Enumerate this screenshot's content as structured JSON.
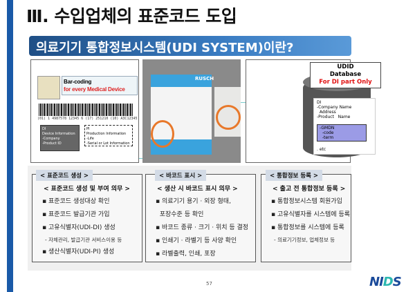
{
  "slide": {
    "title": "Ⅲ. 수입업체의 표준코드 도입",
    "subtitle": "의료기기 통합정보시스템(UDI SYSTEM)이란?",
    "page_number": "57",
    "logo": "NIDS"
  },
  "figure_barcode": {
    "label_line1": "Bar-coding",
    "label_line2": "for every Medical Device",
    "barcode_number": "(01) 1 4987578 12345 6 (17) 251210 (10) A3C12345",
    "di_lines": [
      "DI",
      "Device Information",
      "-Company",
      "-Product ID"
    ],
    "pi_lines": [
      "PI",
      "Production Information",
      "-Life",
      "-Serial or Lot Information"
    ]
  },
  "figure_photo": {
    "brand": "RUSCH"
  },
  "figure_db": {
    "title_line1": "UDID",
    "title_line2": "Database",
    "title_line3": "For DI part Only",
    "lines": [
      "DI",
      "-Company Name",
      "  Address",
      "-Product   Name"
    ],
    "gmdn_lines": [
      "-GMDN",
      "  -code",
      "  -term"
    ],
    "etc": ". etc"
  },
  "sections": [
    {
      "tab": "< 표준코드 생성 >",
      "heading": "< 표준코드 생성 및 부여 의무 >",
      "items": [
        {
          "t": "▪ 표준코드 생성대상 확인",
          "sub": false
        },
        {
          "t": "▪ 표준코드 발급기관 가입",
          "sub": false
        },
        {
          "t": "▪ 고유식별자(UDI-DI) 생성",
          "sub": false
        },
        {
          "t": "- 자체관리, 발급기관 서비스이용 등",
          "sub": true
        },
        {
          "t": "▪ 생산식별자(UDI-PI) 생성",
          "sub": false
        }
      ]
    },
    {
      "tab": "< 바코드 표시 >",
      "heading": "< 생산 시 바코드 표시 의무 >",
      "items": [
        {
          "t": "▪ 의료기기 용기 · 외장 형태,",
          "sub": false
        },
        {
          "t": "  포장수준 등 확인",
          "sub": false
        },
        {
          "t": "▪ 바코드 종류 · 크기 · 위치 등 결정",
          "sub": false
        },
        {
          "t": "▪ 인쇄기 · 라벨기 등 사양 확인",
          "sub": false
        },
        {
          "t": "▪ 라벨출력, 인쇄, 포장",
          "sub": false
        }
      ]
    },
    {
      "tab": "< 통합정보 등록 >",
      "heading": "< 출고 전 통합정보 등록 >",
      "items": [
        {
          "t": "▪ 통합정보시스템 회원가입",
          "sub": false
        },
        {
          "t": "▪ 고유식별자를 시스템에 등록",
          "sub": false
        },
        {
          "t": "▪ 통합정보를 시스템에 등록",
          "sub": false
        },
        {
          "t": "- 의료기기정보, 업체정보 등",
          "sub": true
        }
      ]
    }
  ],
  "colors": {
    "accent": "#1a5aa8",
    "banner_start": "#1f4f86",
    "banner_end": "#5a9ad8",
    "highlight_red": "#e01010",
    "circle_orange": "#e8782a",
    "gmdn_fill": "#9b9be6"
  }
}
